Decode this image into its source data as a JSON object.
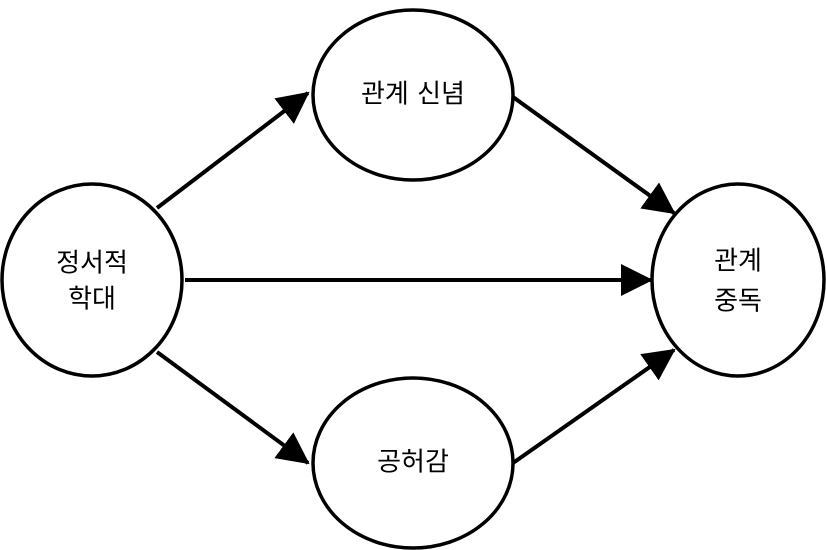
{
  "nodes": {
    "emotional_abuse": {
      "line1": "정서적",
      "line2": "학대"
    },
    "relationship_belief": {
      "label": "관계 신념"
    },
    "emptiness": {
      "label": "공허감"
    },
    "relationship_addiction": {
      "line1": "관계",
      "line2": "중독"
    }
  },
  "edges": [
    {
      "from": "정서적 학대",
      "to": "관계 신념"
    },
    {
      "from": "정서적 학대",
      "to": "공허감"
    },
    {
      "from": "정서적 학대",
      "to": "관계 중독"
    },
    {
      "from": "관계 신념",
      "to": "관계 중독"
    },
    {
      "from": "공허감",
      "to": "관계 중독"
    }
  ],
  "colors": {
    "stroke": "#000000",
    "fill": "#ffffff"
  }
}
